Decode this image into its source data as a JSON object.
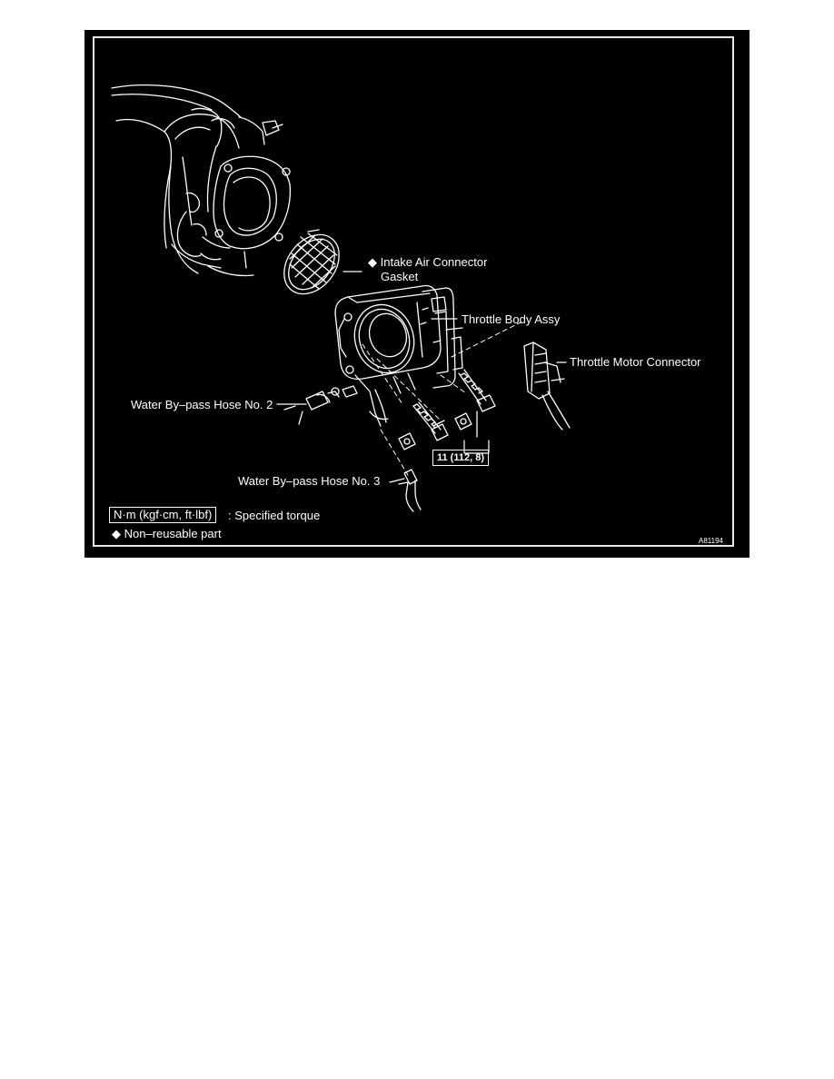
{
  "diagram": {
    "labels": {
      "intake_gasket": "Intake Air Connector Gasket",
      "intake_gasket_line1": "Intake Air Connector",
      "intake_gasket_line2": "Gasket",
      "throttle_body": "Throttle Body Assy",
      "throttle_motor_connector": "Throttle Motor Connector",
      "water_hose_2": "Water By–pass Hose No. 2",
      "water_hose_3": "Water By–pass Hose No. 3",
      "torque_value": "11 (112, 8)"
    },
    "legend": {
      "torque_units": "N·m (kgf·cm, ft·lbf)",
      "torque_desc": ": Specified torque",
      "nonreusable_symbol": "◆",
      "nonreusable_desc": "Non–reusable part"
    },
    "figure_id": "A81194",
    "colors": {
      "background": "#000000",
      "line_art": "#ffffff"
    }
  }
}
